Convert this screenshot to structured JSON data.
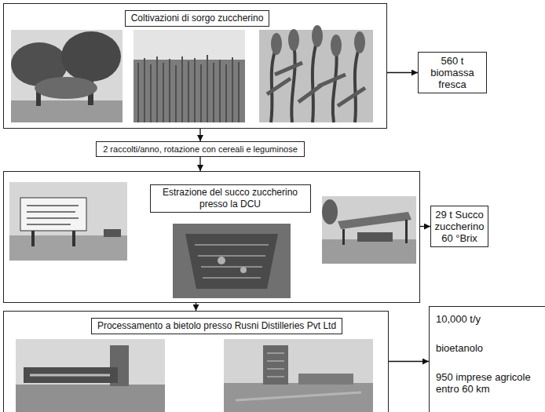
{
  "diagram": {
    "nodes": [
      {
        "text": [
          "Coltivazioni di sorgo zuccherino"
        ]
      },
      {
        "text": [
          "560 t biomassa fresca"
        ]
      },
      {
        "text": [
          "2 raccolti/anno, rotazione con cereali e leguminose"
        ]
      },
      {
        "text": [
          "Estrazione del succo zuccherino presso la DCU"
        ]
      },
      {
        "text": [
          "29 t Succo zuccherino 60 °Brix"
        ]
      },
      {
        "text": [
          "Processamento a bietolo presso Rusni Distilleries Pvt Ltd"
        ]
      },
      {
        "text": [
          "10,000 t/y",
          "bioetanolo",
          "950 imprese agricole entro 60 km"
        ]
      }
    ],
    "edges": [
      {
        "from": 0,
        "to": 1,
        "arrow": "to"
      },
      {
        "from": 0,
        "to": 2,
        "arrow": "to"
      },
      {
        "from": 2,
        "to": 3,
        "arrow": "to"
      },
      {
        "from": 3,
        "to": 4,
        "arrow": "to"
      },
      {
        "from": 3,
        "to": 5,
        "arrow": "to"
      },
      {
        "from": 5,
        "to": 6,
        "arrow": "to"
      }
    ]
  }
}
